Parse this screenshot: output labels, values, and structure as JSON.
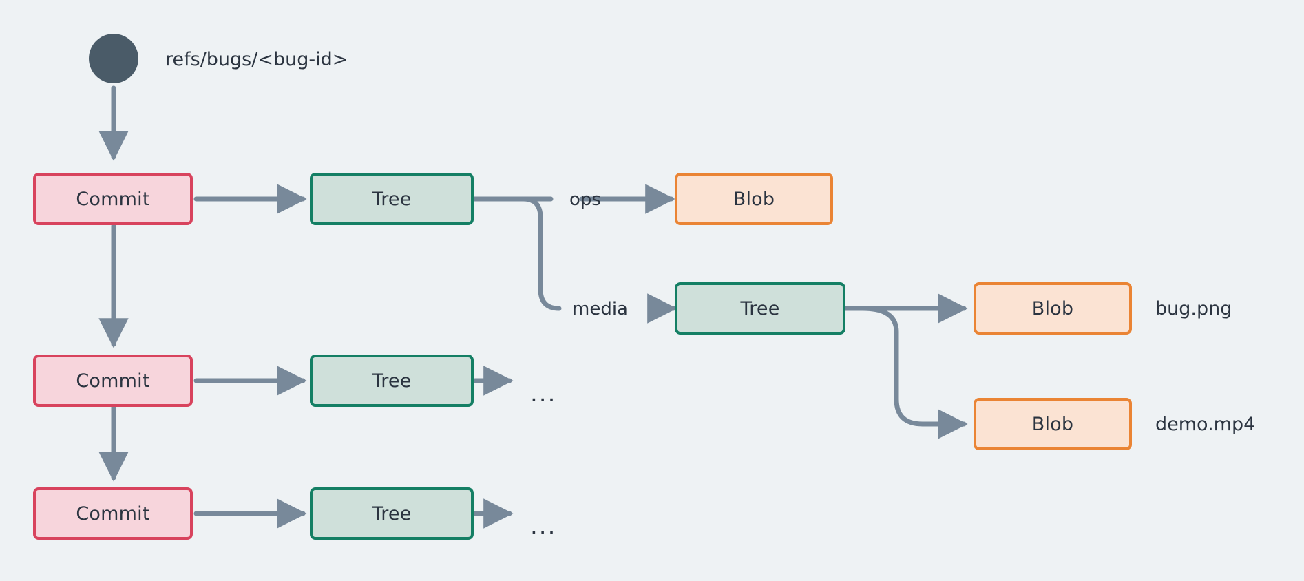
{
  "diagram": {
    "title": "Git object graph for a bug branch",
    "background_color": "#eef2f4",
    "edge_color": "#78899a",
    "text_color": "#2b3440",
    "start_node": {
      "name": "branch-ref-dot",
      "color": "#4a5b68",
      "label": "refs/bugs/<bug-id>"
    },
    "palette": {
      "commit_fill": "#f7d5dc",
      "commit_border": "#d8435d",
      "tree_fill": "#cfe0da",
      "tree_border": "#147f64",
      "blob_fill": "#fbe3d3",
      "blob_border": "#ea8434"
    },
    "nodes": {
      "commit_1": "Commit",
      "commit_2": "Commit",
      "commit_3": "Commit",
      "tree_1": "Tree",
      "tree_2": "Tree",
      "tree_3": "Tree",
      "tree_media": "Tree",
      "blob_ops": "Blob",
      "blob_bug_png": "Blob",
      "blob_demo_mp4": "Blob"
    },
    "edge_labels": {
      "ops": "ops",
      "media": "media"
    },
    "file_labels": {
      "bug_png": "bug.png",
      "demo_mp4": "demo.mp4"
    },
    "ellipses": {
      "tree_2_more": "...",
      "tree_3_more": "..."
    }
  }
}
